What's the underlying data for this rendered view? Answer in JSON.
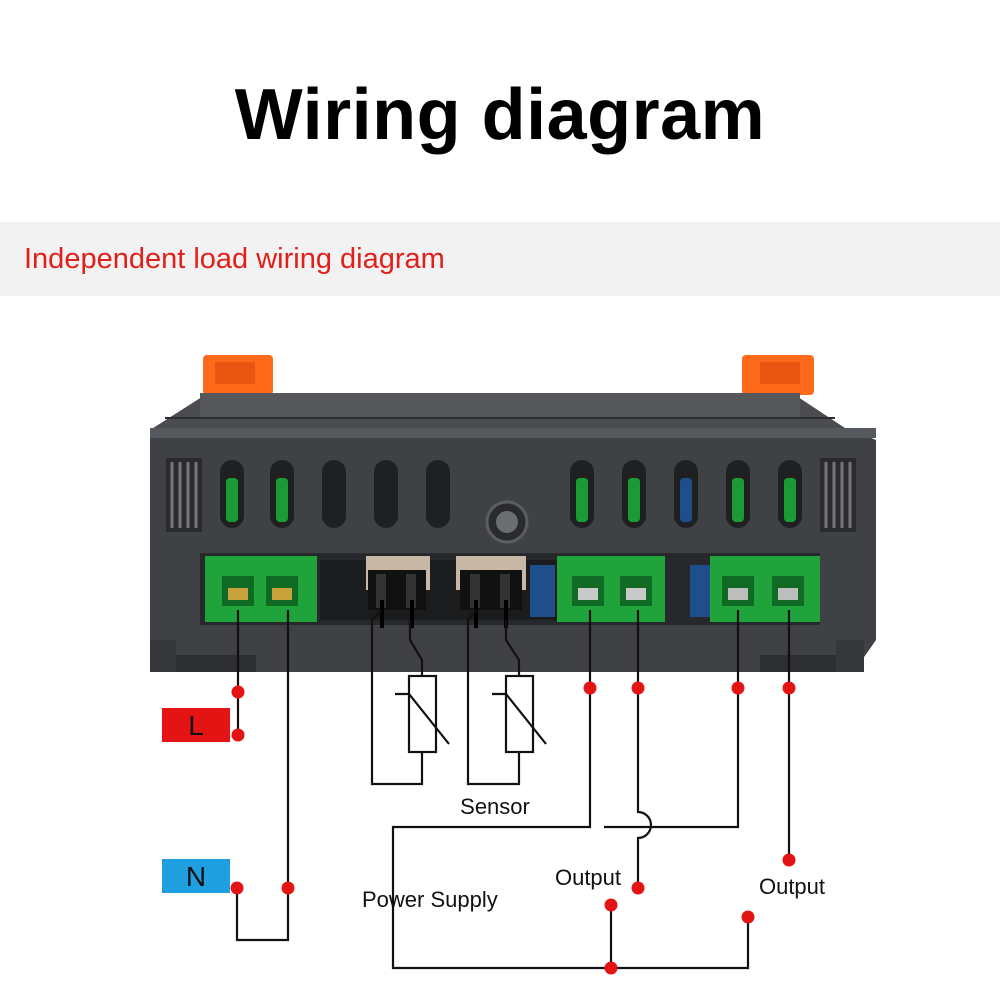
{
  "header": {
    "title": "Wiring diagram"
  },
  "section": {
    "subtitle": "Independent load wiring diagram"
  },
  "terminals": {
    "live": "L",
    "neutral": "N"
  },
  "labels": {
    "sensor": "Sensor",
    "power_supply": "Power Supply",
    "output_1": "Output",
    "output_2": "Output"
  },
  "colors": {
    "accent_red": "#e0201b",
    "live_tag": "#e51414",
    "neutral_tag": "#1f9fe0",
    "terminal_green": "#1fa33a",
    "housing": "#3f4145",
    "clip_orange": "#ff6a1a"
  }
}
